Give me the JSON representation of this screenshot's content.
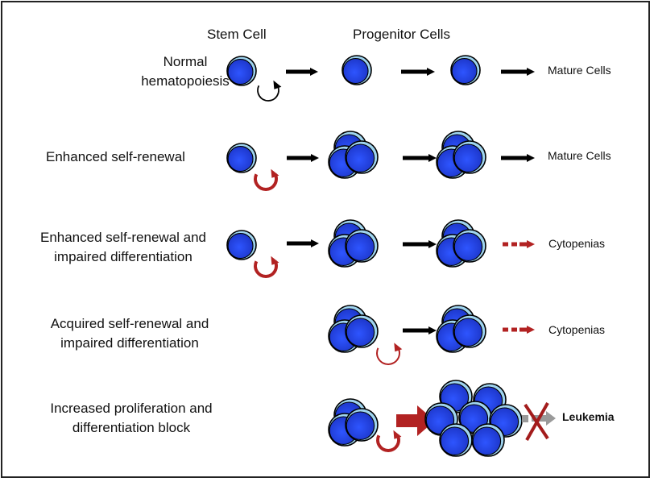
{
  "headers": {
    "stem": "Stem Cell",
    "progenitor": "Progenitor Cells"
  },
  "rows": [
    {
      "label": "Normal\nhematopoiesis",
      "outcome": "Mature Cells"
    },
    {
      "label": "Enhanced self-renewal",
      "outcome": "Mature Cells"
    },
    {
      "label": "Enhanced self-renewal and\nimpaired differentiation",
      "outcome": "Cytopenias"
    },
    {
      "label": "Acquired self-renewal and\nimpaired differentiation",
      "outcome": "Cytopenias"
    },
    {
      "label": "Increased proliferation and\ndifferentiation block",
      "outcome": "Leukemia"
    }
  ],
  "colors": {
    "cell_fill": "#1e3fe0",
    "cell_rim": "#9fd4ef",
    "cell_outline": "#000000",
    "arrow_black": "#000000",
    "arrow_red": "#b22222",
    "arrow_gray": "#9a9a9a",
    "block_x": "#a31c1c"
  }
}
